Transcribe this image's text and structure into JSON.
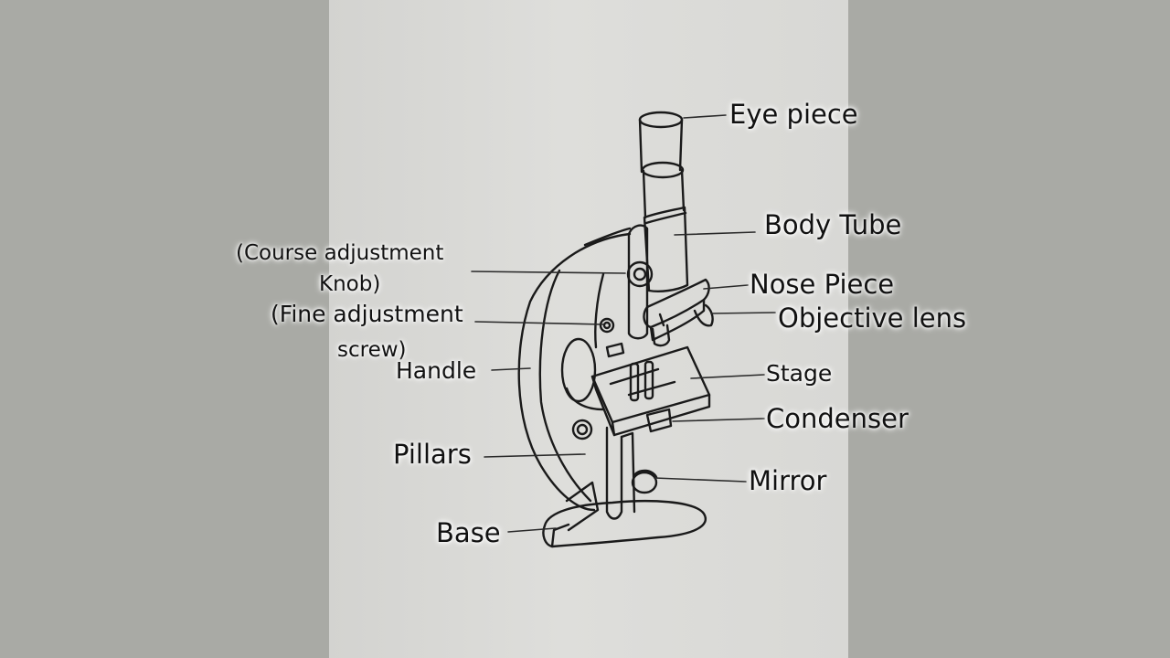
{
  "labels": {
    "eye_piece": "Eye piece",
    "body_tube": "Body Tube",
    "course_knob_line1": "(Course adjustment",
    "course_knob_line2": "Knob)",
    "nose_piece": "Nose Piece",
    "fine_screw_line1": "(Fine adjustment",
    "fine_screw_line2": "screw)",
    "objective_lens": "Objective lens",
    "handle": "Handle",
    "stage": "Stage",
    "condenser": "Condenser",
    "pillars": "Pillars",
    "mirror": "Mirror",
    "base": "Base"
  },
  "colors": {
    "background": "#a9aaa5",
    "paper": "#dcdcd9",
    "ink": "#1a1a1a"
  }
}
